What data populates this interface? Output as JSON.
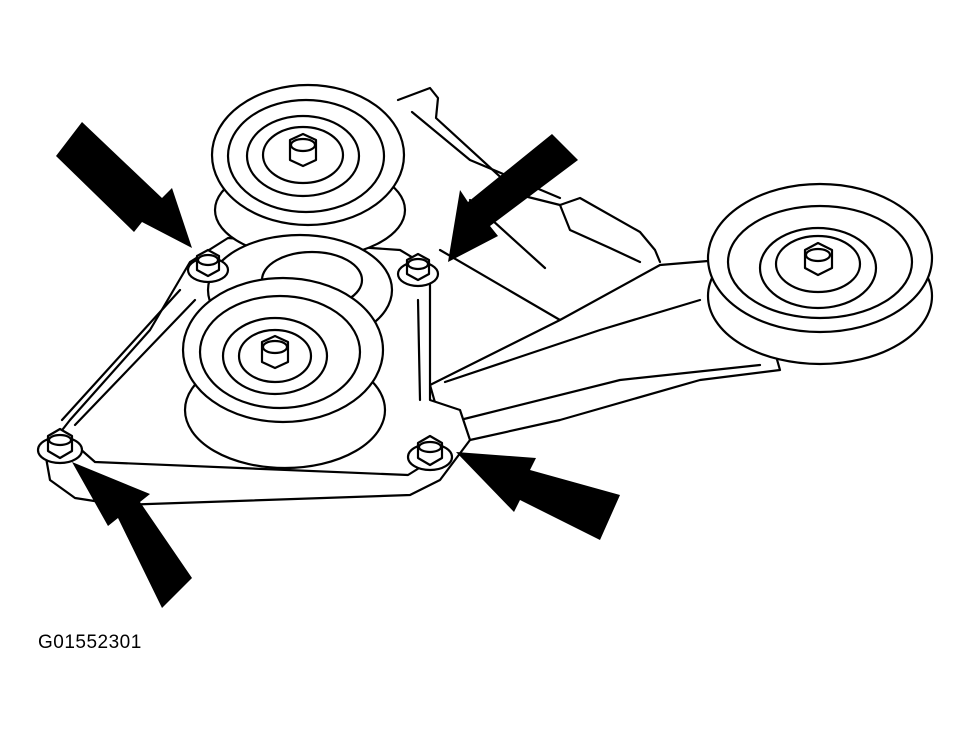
{
  "figure": {
    "code": "G01552301",
    "components": [
      "upper-idler-pulley",
      "lower-idler-pulley",
      "tensioner-pulley",
      "mounting-bracket",
      "mounting-bolt"
    ],
    "callouts": [
      "bolt-upper-left",
      "bolt-upper-right",
      "bolt-lower-left",
      "bolt-lower-right"
    ],
    "colors": {
      "line": "#000000",
      "background": "#ffffff"
    }
  }
}
